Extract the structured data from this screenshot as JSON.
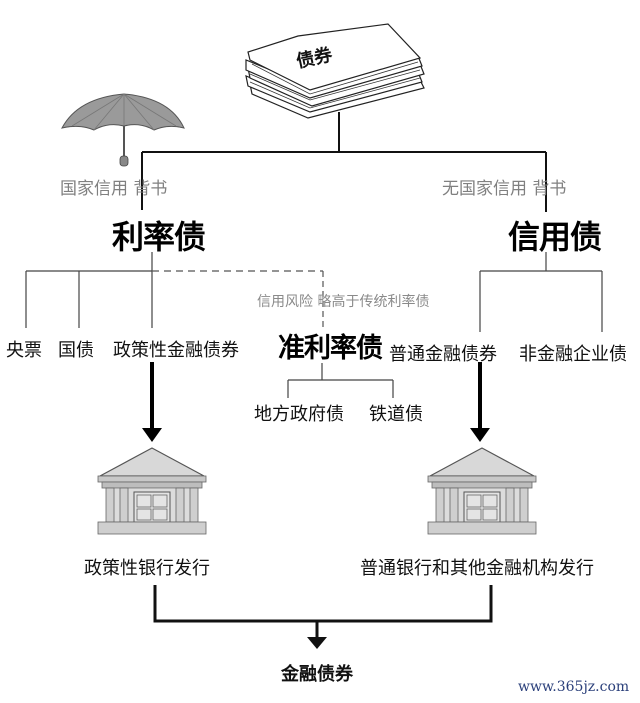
{
  "diagram": {
    "root": {
      "label": "债券",
      "icon": "paper-stack-icon"
    },
    "left_branch": {
      "note": "国家信用 背书",
      "icon": "umbrella-icon",
      "title": "利率债",
      "children": [
        "央票",
        "国债",
        "政策性金融债券"
      ]
    },
    "quasi_branch": {
      "note": "信用风险 略高于传统利率债",
      "title": "准利率债",
      "children": [
        "地方政府债",
        "铁道债"
      ]
    },
    "right_branch": {
      "note": "无国家信用 背书",
      "title": "信用债",
      "children": [
        "普通金融债券",
        "非金融企业债"
      ]
    },
    "issuers": [
      {
        "label": "政策性银行发行",
        "icon": "bank-building-icon"
      },
      {
        "label": "普通银行和其他金融机构发行",
        "icon": "bank-building-icon"
      }
    ],
    "result": {
      "label": "金融债券"
    },
    "watermark": "www.365jz.com"
  }
}
